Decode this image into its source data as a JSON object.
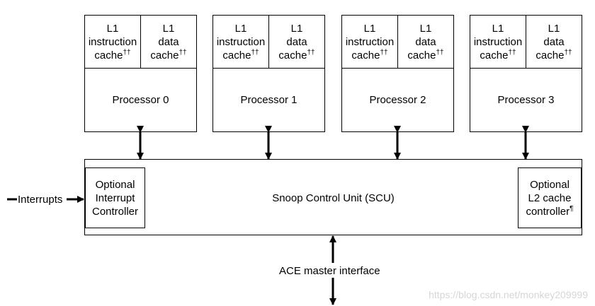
{
  "processors": [
    {
      "name": "Processor 0",
      "icache": {
        "line1": "L1",
        "line2": "instruction",
        "line3": "cache",
        "mark": "††"
      },
      "dcache": {
        "line1": "L1",
        "line2": "data",
        "line3": "cache",
        "mark": "††"
      }
    },
    {
      "name": "Processor 1",
      "icache": {
        "line1": "L1",
        "line2": "instruction",
        "line3": "cache",
        "mark": "††"
      },
      "dcache": {
        "line1": "L1",
        "line2": "data",
        "line3": "cache",
        "mark": "††"
      }
    },
    {
      "name": "Processor 2",
      "icache": {
        "line1": "L1",
        "line2": "instruction",
        "line3": "cache",
        "mark": "††"
      },
      "dcache": {
        "line1": "L1",
        "line2": "data",
        "line3": "cache",
        "mark": "††"
      }
    },
    {
      "name": "Processor 3",
      "icache": {
        "line1": "L1",
        "line2": "instruction",
        "line3": "cache",
        "mark": "††"
      },
      "dcache": {
        "line1": "L1",
        "line2": "data",
        "line3": "cache",
        "mark": "††"
      }
    }
  ],
  "scu": {
    "label": "Snoop Control Unit (SCU)"
  },
  "interrupt_controller": {
    "line1": "Optional",
    "line2": "Interrupt",
    "line3": "Controller"
  },
  "l2_controller": {
    "line1": "Optional",
    "line2": "L2 cache",
    "line3": "controller",
    "mark": "¶"
  },
  "interrupts_label": "Interrupts",
  "ace_label": "ACE master interface",
  "watermark": "https://blog.csdn.net/monkey209999"
}
